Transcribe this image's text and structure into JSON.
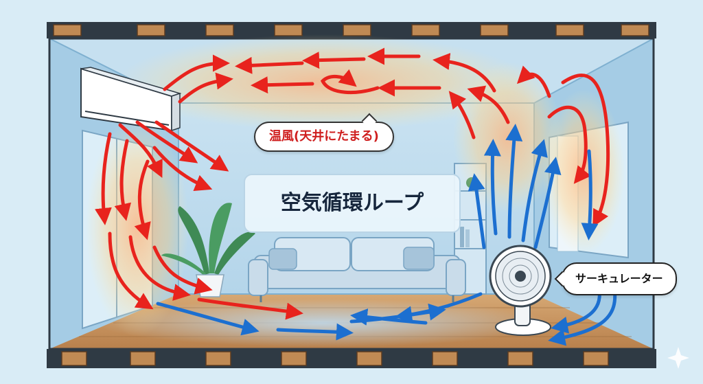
{
  "labels": {
    "warm_air": "温風(天井にたまる)",
    "loop_title": "空気循環ループ",
    "circulator": "サーキュレーター"
  },
  "colors": {
    "warm_arrow": "#e8231d",
    "cool_arrow": "#1c6fd0",
    "wall": "#a9cfe6",
    "floor": "#c8935c",
    "beam": "#8a5b34"
  },
  "icons": {
    "air_conditioner": "air-conditioner-icon",
    "circulator": "circulator-fan-icon",
    "plant": "potted-plant-icon",
    "sofa": "sofa-icon",
    "sparkle": "sparkle-icon"
  }
}
